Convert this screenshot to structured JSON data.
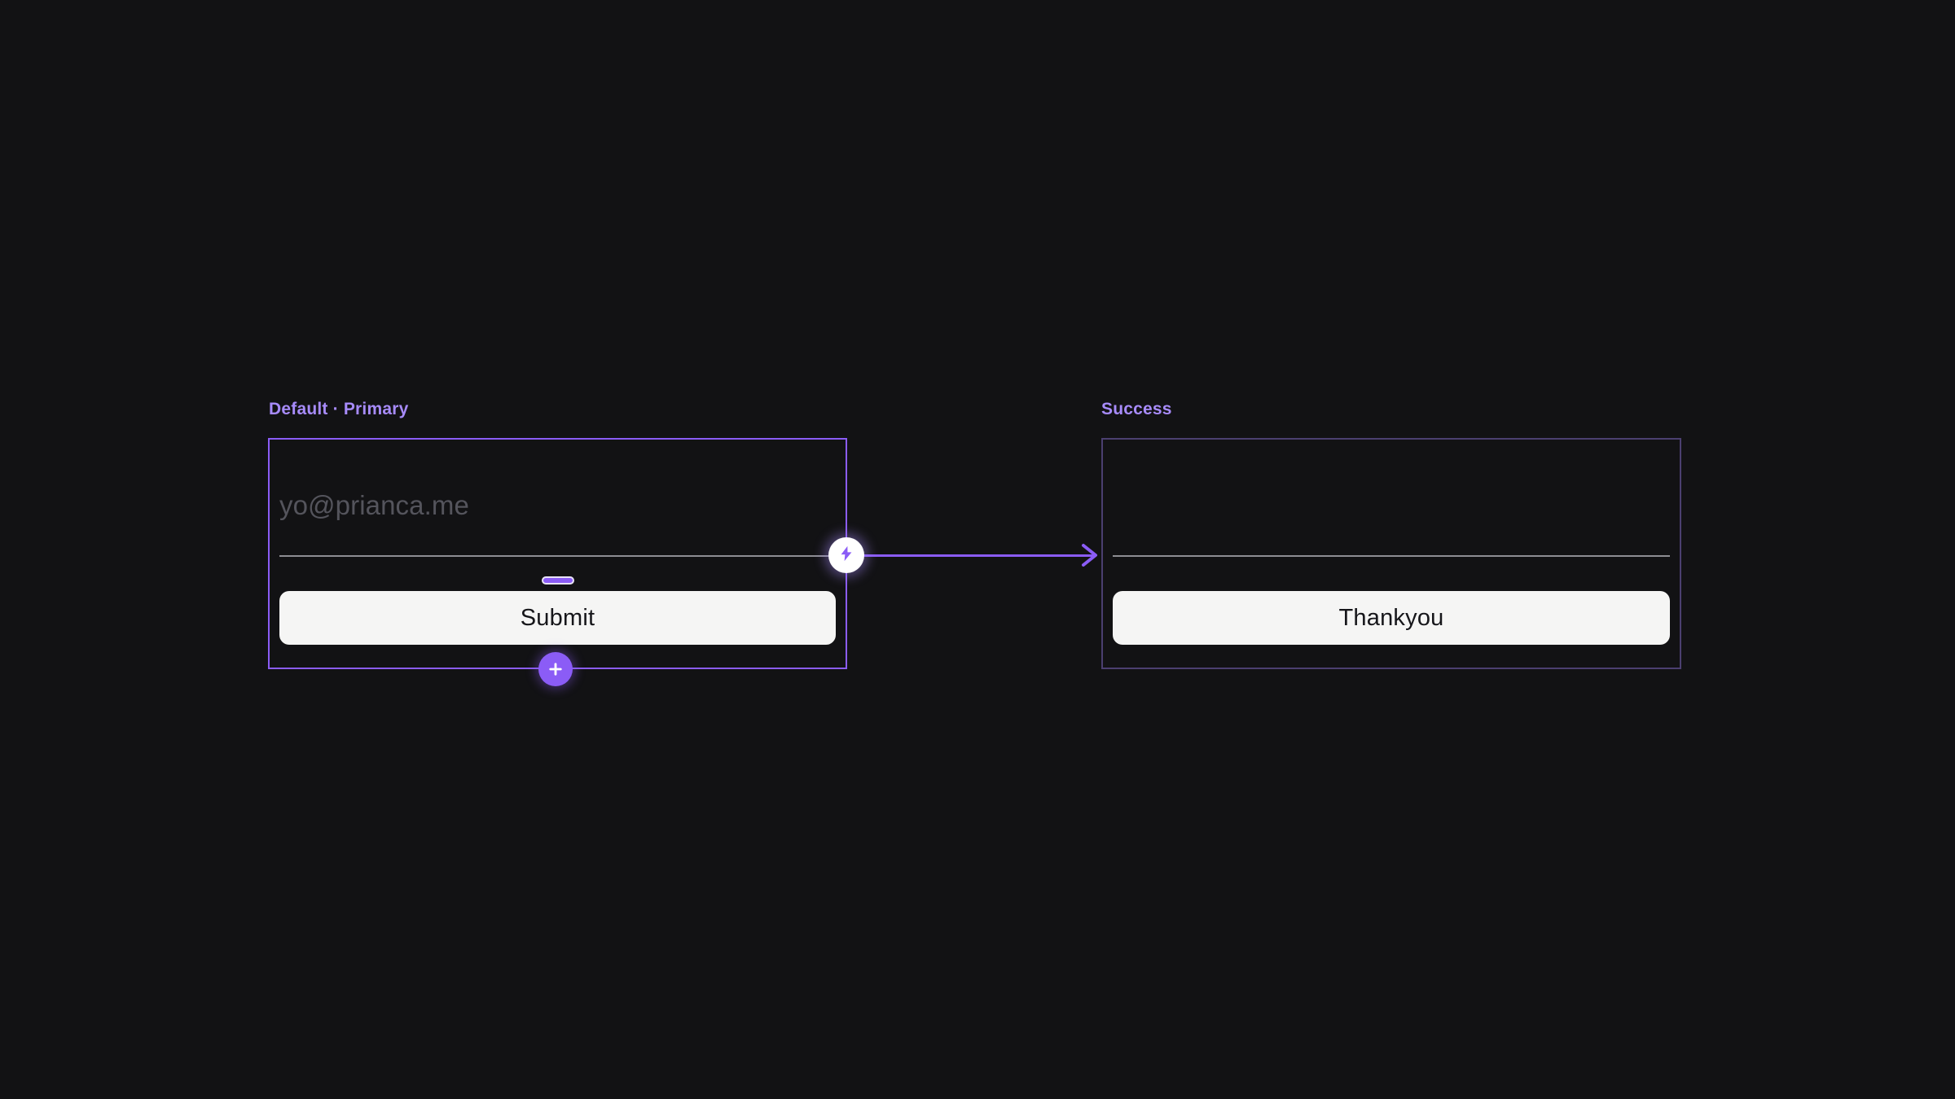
{
  "canvas": {
    "background_color": "#121214",
    "accent_color": "#8b5cf6",
    "label_color": "#a78bfa",
    "dim_border_color": "#4b3f70"
  },
  "frames": [
    {
      "id": "default-primary",
      "label": "Default · Primary",
      "border_color": "#8b5cf6",
      "state": "selected",
      "input": {
        "placeholder": "yo@prianca.me",
        "value": "",
        "placeholder_color": "#54545c"
      },
      "divider_color": "#8d8d93",
      "handle": {
        "name": "drag-handle",
        "fill": "#8b5cf6",
        "stroke": "#e9e4f8"
      },
      "cta": {
        "label": "Submit",
        "background": "#f5f5f4",
        "text_color": "#16161a"
      }
    },
    {
      "id": "success",
      "label": "Success",
      "border_color": "#4b3f70",
      "state": "default",
      "divider_color": "#8d8d93",
      "cta": {
        "label": "Thankyou",
        "background": "#f5f5f4",
        "text_color": "#16161a"
      }
    }
  ],
  "connector": {
    "name": "prototype-flow-connector",
    "from": "default-primary",
    "to": "success",
    "color": "#8b5cf6",
    "node_icon": "lightning-bolt-icon",
    "node_background": "#ffffff",
    "node_icon_color": "#8b5cf6",
    "arrow_direction": "right"
  },
  "add_node": {
    "name": "add-interaction-button",
    "icon": "plus-icon",
    "background": "#8b5cf6",
    "icon_color": "#ffffff"
  }
}
